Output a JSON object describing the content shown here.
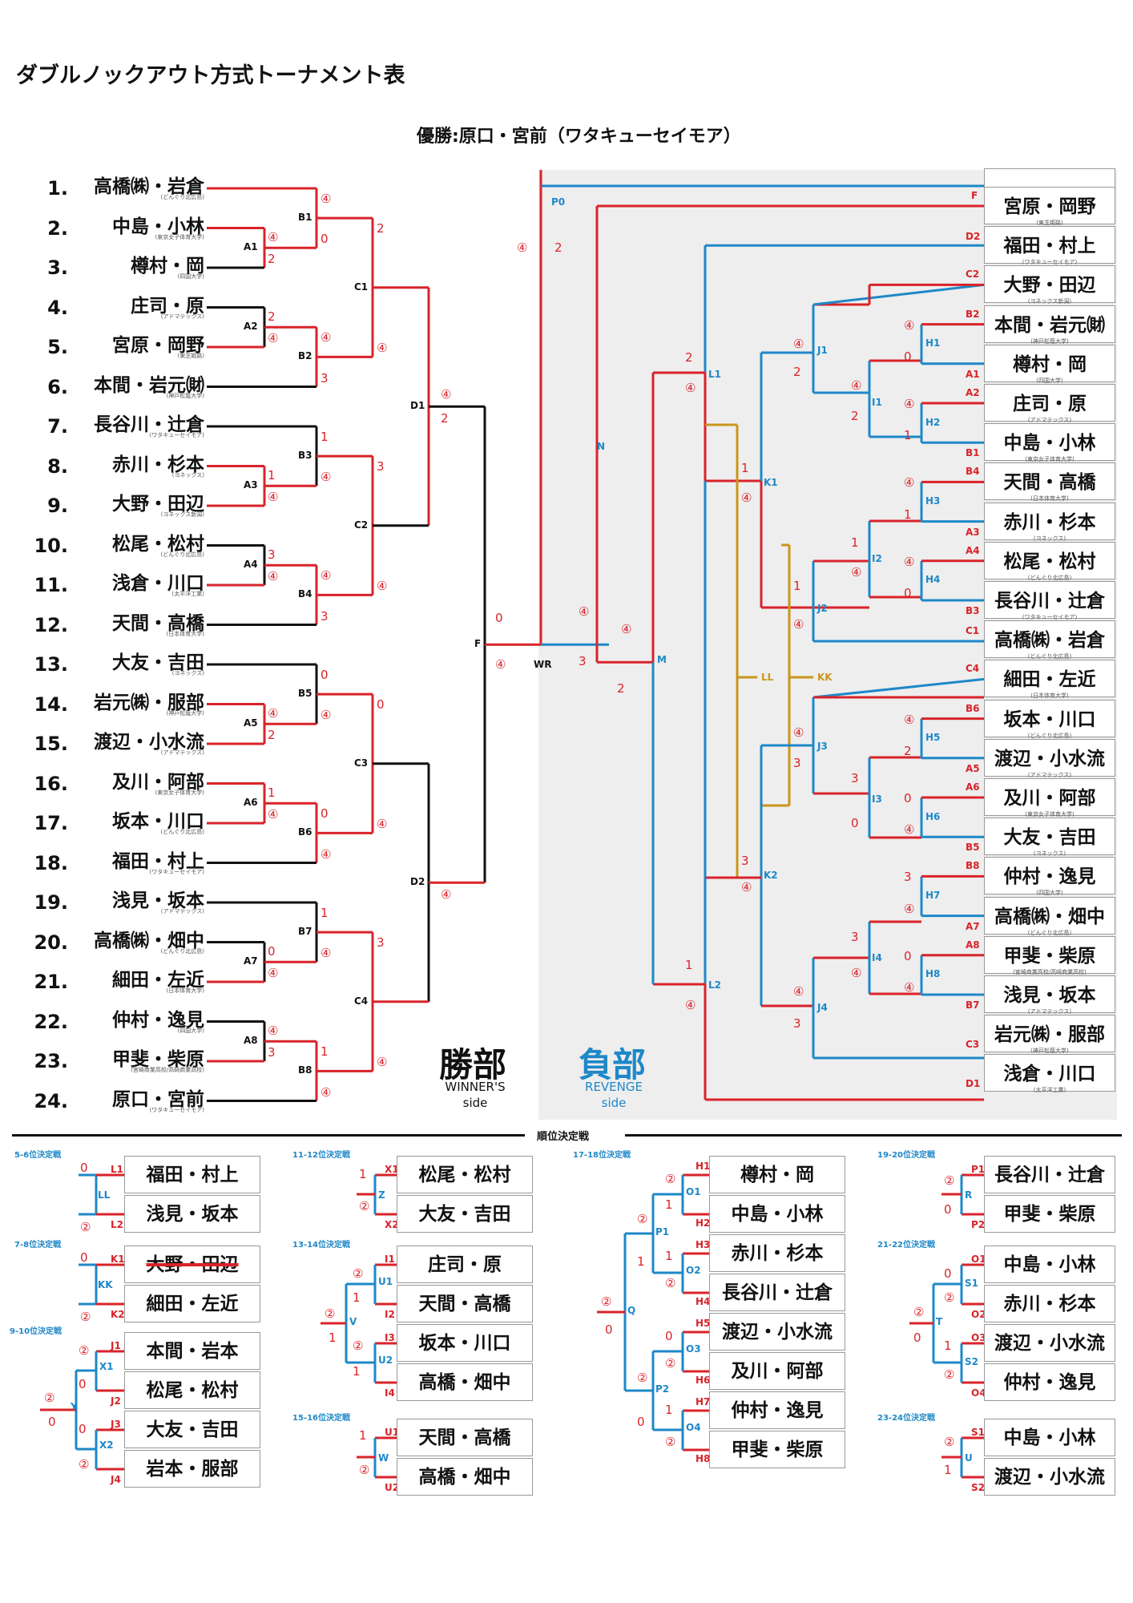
{
  "title": "ダブルノックアウト方式トーナメント表",
  "champion": "優勝:原口・宮前（ワタキューセイモア）",
  "winners_side": {
    "title": "勝部",
    "sub1": "WINNER'S",
    "sub2": "side"
  },
  "revenge_side": {
    "title": "負部",
    "sub1": "REVENGE",
    "sub2": "side"
  },
  "colors": {
    "win": "#d9232a",
    "lose": "#1e88c8",
    "gold": "#c9961a",
    "black": "#111111"
  },
  "left_players": [
    {
      "num": "1.",
      "name": "高橋㈱・岩倉",
      "aff": "(どんぐり北広島)"
    },
    {
      "num": "2.",
      "name": "中島・小林",
      "aff": "(東京女子体育大学)"
    },
    {
      "num": "3.",
      "name": "樽村・岡",
      "aff": "(四国大学)"
    },
    {
      "num": "4.",
      "name": "庄司・原",
      "aff": "(アドマテックス)"
    },
    {
      "num": "5.",
      "name": "宮原・岡野",
      "aff": "(東芝姫路)"
    },
    {
      "num": "6.",
      "name": "本間・岩元㈶",
      "aff": "(神戸松蔭大学)"
    },
    {
      "num": "7.",
      "name": "長谷川・辻倉",
      "aff": "(ワタキューセイモア)"
    },
    {
      "num": "8.",
      "name": "赤川・杉本",
      "aff": "(ヨネックス)"
    },
    {
      "num": "9.",
      "name": "大野・田辺",
      "aff": "(ヨネックス新潟)"
    },
    {
      "num": "10.",
      "name": "松尾・松村",
      "aff": "(どんぐり北広島)"
    },
    {
      "num": "11.",
      "name": "浅倉・川口",
      "aff": "(太平洋工業)"
    },
    {
      "num": "12.",
      "name": "天間・高橋",
      "aff": "(日本体育大学)"
    },
    {
      "num": "13.",
      "name": "大友・吉田",
      "aff": "(ヨネックス)"
    },
    {
      "num": "14.",
      "name": "岩元㈱・服部",
      "aff": "(神戸松蔭大学)"
    },
    {
      "num": "15.",
      "name": "渡辺・小水流",
      "aff": "(アドマテックス)"
    },
    {
      "num": "16.",
      "name": "及川・阿部",
      "aff": "(東京女子体育大学)"
    },
    {
      "num": "17.",
      "name": "坂本・川口",
      "aff": "(どんぐり北広島)"
    },
    {
      "num": "18.",
      "name": "福田・村上",
      "aff": "(ワタキューセイモア)"
    },
    {
      "num": "19.",
      "name": "浅見・坂本",
      "aff": "(アドマテックス)"
    },
    {
      "num": "20.",
      "name": "高橋㈱・畑中",
      "aff": "(どんぐり北広島)"
    },
    {
      "num": "21.",
      "name": "細田・左近",
      "aff": "(日本体育大学)"
    },
    {
      "num": "22.",
      "name": "仲村・逸見",
      "aff": "(四国大学)"
    },
    {
      "num": "23.",
      "name": "甲斐・柴原",
      "aff": "(宮崎商業高校/高崎商業高校)"
    },
    {
      "num": "24.",
      "name": "原口・宮前",
      "aff": "(ワタキューセイモア)"
    }
  ],
  "right_players": [
    {
      "name": "宮原・岡野",
      "aff": "(東芝姫路)"
    },
    {
      "name": "福田・村上",
      "aff": "(ワタキューセイモア)"
    },
    {
      "name": "大野・田辺",
      "aff": "(ヨネックス新潟)"
    },
    {
      "name": "本間・岩元㈶",
      "aff": "(神戸松蔭大学)"
    },
    {
      "name": "樽村・岡",
      "aff": "(四国大学)"
    },
    {
      "name": "庄司・原",
      "aff": "(アドマテックス)"
    },
    {
      "name": "中島・小林",
      "aff": "(東京女子体育大学)"
    },
    {
      "name": "天間・高橋",
      "aff": "(日本体育大学)"
    },
    {
      "name": "赤川・杉本",
      "aff": "(ヨネックス)"
    },
    {
      "name": "松尾・松村",
      "aff": "(どんぐり北広島)"
    },
    {
      "name": "長谷川・辻倉",
      "aff": "(ワタキューセイモア)"
    },
    {
      "name": "高橋㈱・岩倉",
      "aff": "(どんぐり北広島)"
    },
    {
      "name": "細田・左近",
      "aff": "(日本体育大学)"
    },
    {
      "name": "坂本・川口",
      "aff": "(どんぐり北広島)"
    },
    {
      "name": "渡辺・小水流",
      "aff": "(アドマテックス)"
    },
    {
      "name": "及川・阿部",
      "aff": "(東京女子体育大学)"
    },
    {
      "name": "大友・吉田",
      "aff": "(ヨネックス)"
    },
    {
      "name": "仲村・逸見",
      "aff": "(四国大学)"
    },
    {
      "name": "高橋㈱・畑中",
      "aff": "(どんぐり北広島)"
    },
    {
      "name": "甲斐・柴原",
      "aff": "(宮崎商業高校/高崎商業高校)"
    },
    {
      "name": "浅見・坂本",
      "aff": "(アドマテックス)"
    },
    {
      "name": "岩元㈱・服部",
      "aff": "(神戸松蔭大学)"
    },
    {
      "name": "浅倉・川口",
      "aff": "(太平洋工業)"
    }
  ],
  "placement_header": "順位決定戦",
  "placement": {
    "p56": {
      "caption": "5-6位決定戦",
      "names": [
        "福田・村上",
        "浅見・坂本"
      ]
    },
    "p78": {
      "caption": "7-8位決定戦",
      "names": [
        "大野・田辺",
        "細田・左近"
      ]
    },
    "p910": {
      "caption": "9-10位決定戦",
      "names": [
        "本間・岩本",
        "松尾・松村",
        "大友・吉田",
        "岩本・服部"
      ]
    },
    "p1112": {
      "caption": "11-12位決定戦",
      "names": [
        "松尾・松村",
        "大友・吉田"
      ]
    },
    "p1314": {
      "caption": "13-14位決定戦",
      "names": [
        "庄司・原",
        "天間・高橋",
        "坂本・川口",
        "高橋・畑中"
      ]
    },
    "p1516": {
      "caption": "15-16位決定戦",
      "names": [
        "天間・高橋",
        "高橋・畑中"
      ]
    },
    "p1718": {
      "caption": "17-18位決定戦",
      "names": [
        "樽村・岡",
        "中島・小林",
        "赤川・杉本",
        "長谷川・辻倉",
        "渡辺・小水流",
        "及川・阿部",
        "仲村・逸見",
        "甲斐・柴原"
      ]
    },
    "p1920": {
      "caption": "19-20位決定戦",
      "names": [
        "長谷川・辻倉",
        "甲斐・柴原"
      ]
    },
    "p2122": {
      "caption": "21-22位決定戦",
      "names": [
        "中島・小林",
        "赤川・杉本",
        "渡辺・小水流",
        "仲村・逸見"
      ]
    },
    "p2324": {
      "caption": "23-24位決定戦",
      "names": [
        "中島・小林",
        "渡辺・小水流"
      ]
    }
  }
}
